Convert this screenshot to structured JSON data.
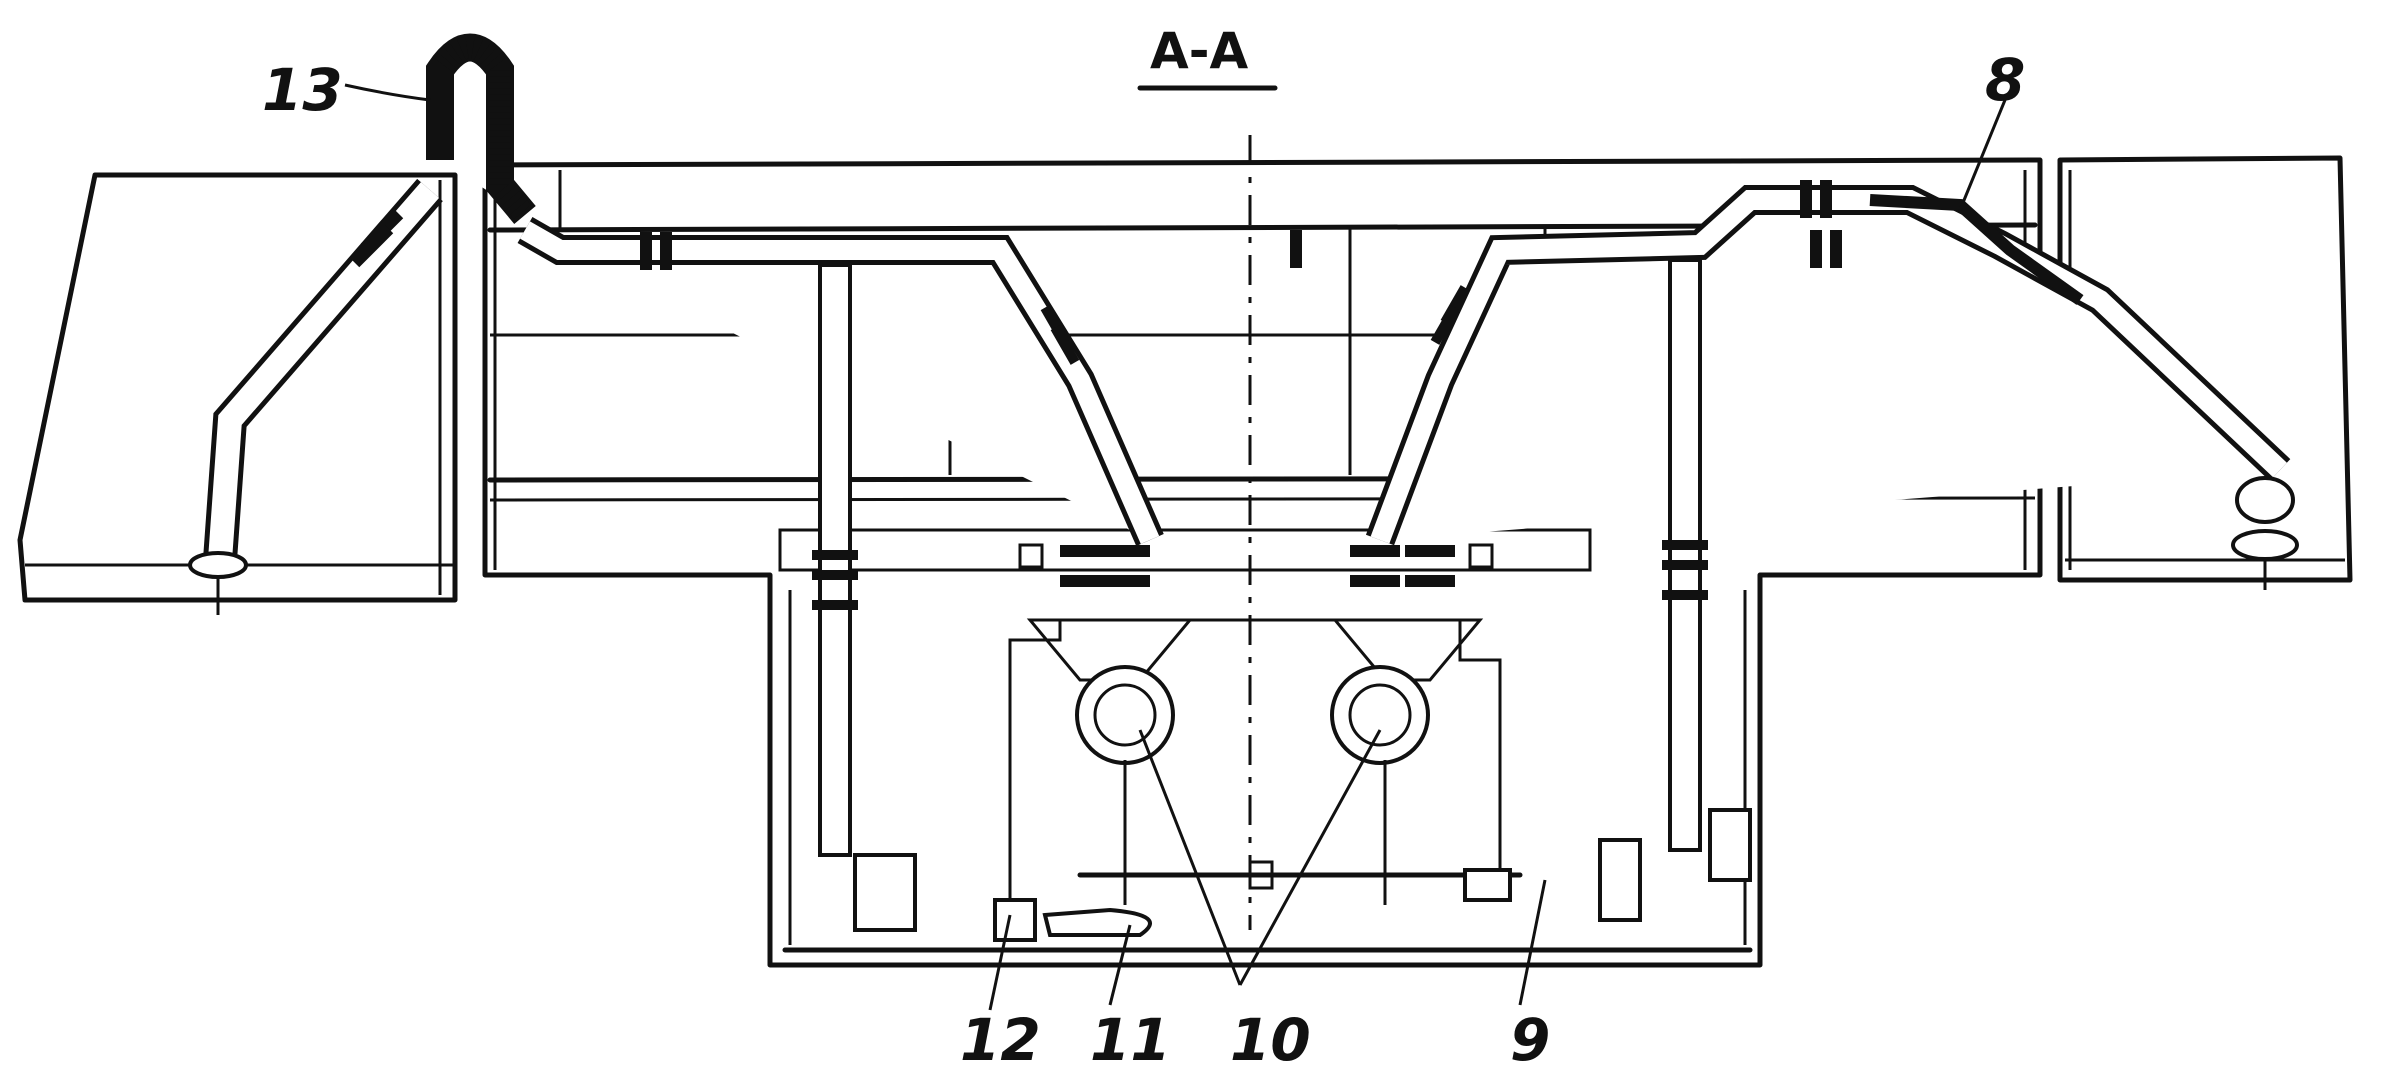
{
  "title": "A-A",
  "labels": {
    "l13": "13",
    "l8": "8",
    "l12": "12",
    "l11": "11",
    "l10": "10",
    "l9": "9"
  },
  "colors": {
    "ink": "#111111",
    "paper": "#ffffff"
  }
}
